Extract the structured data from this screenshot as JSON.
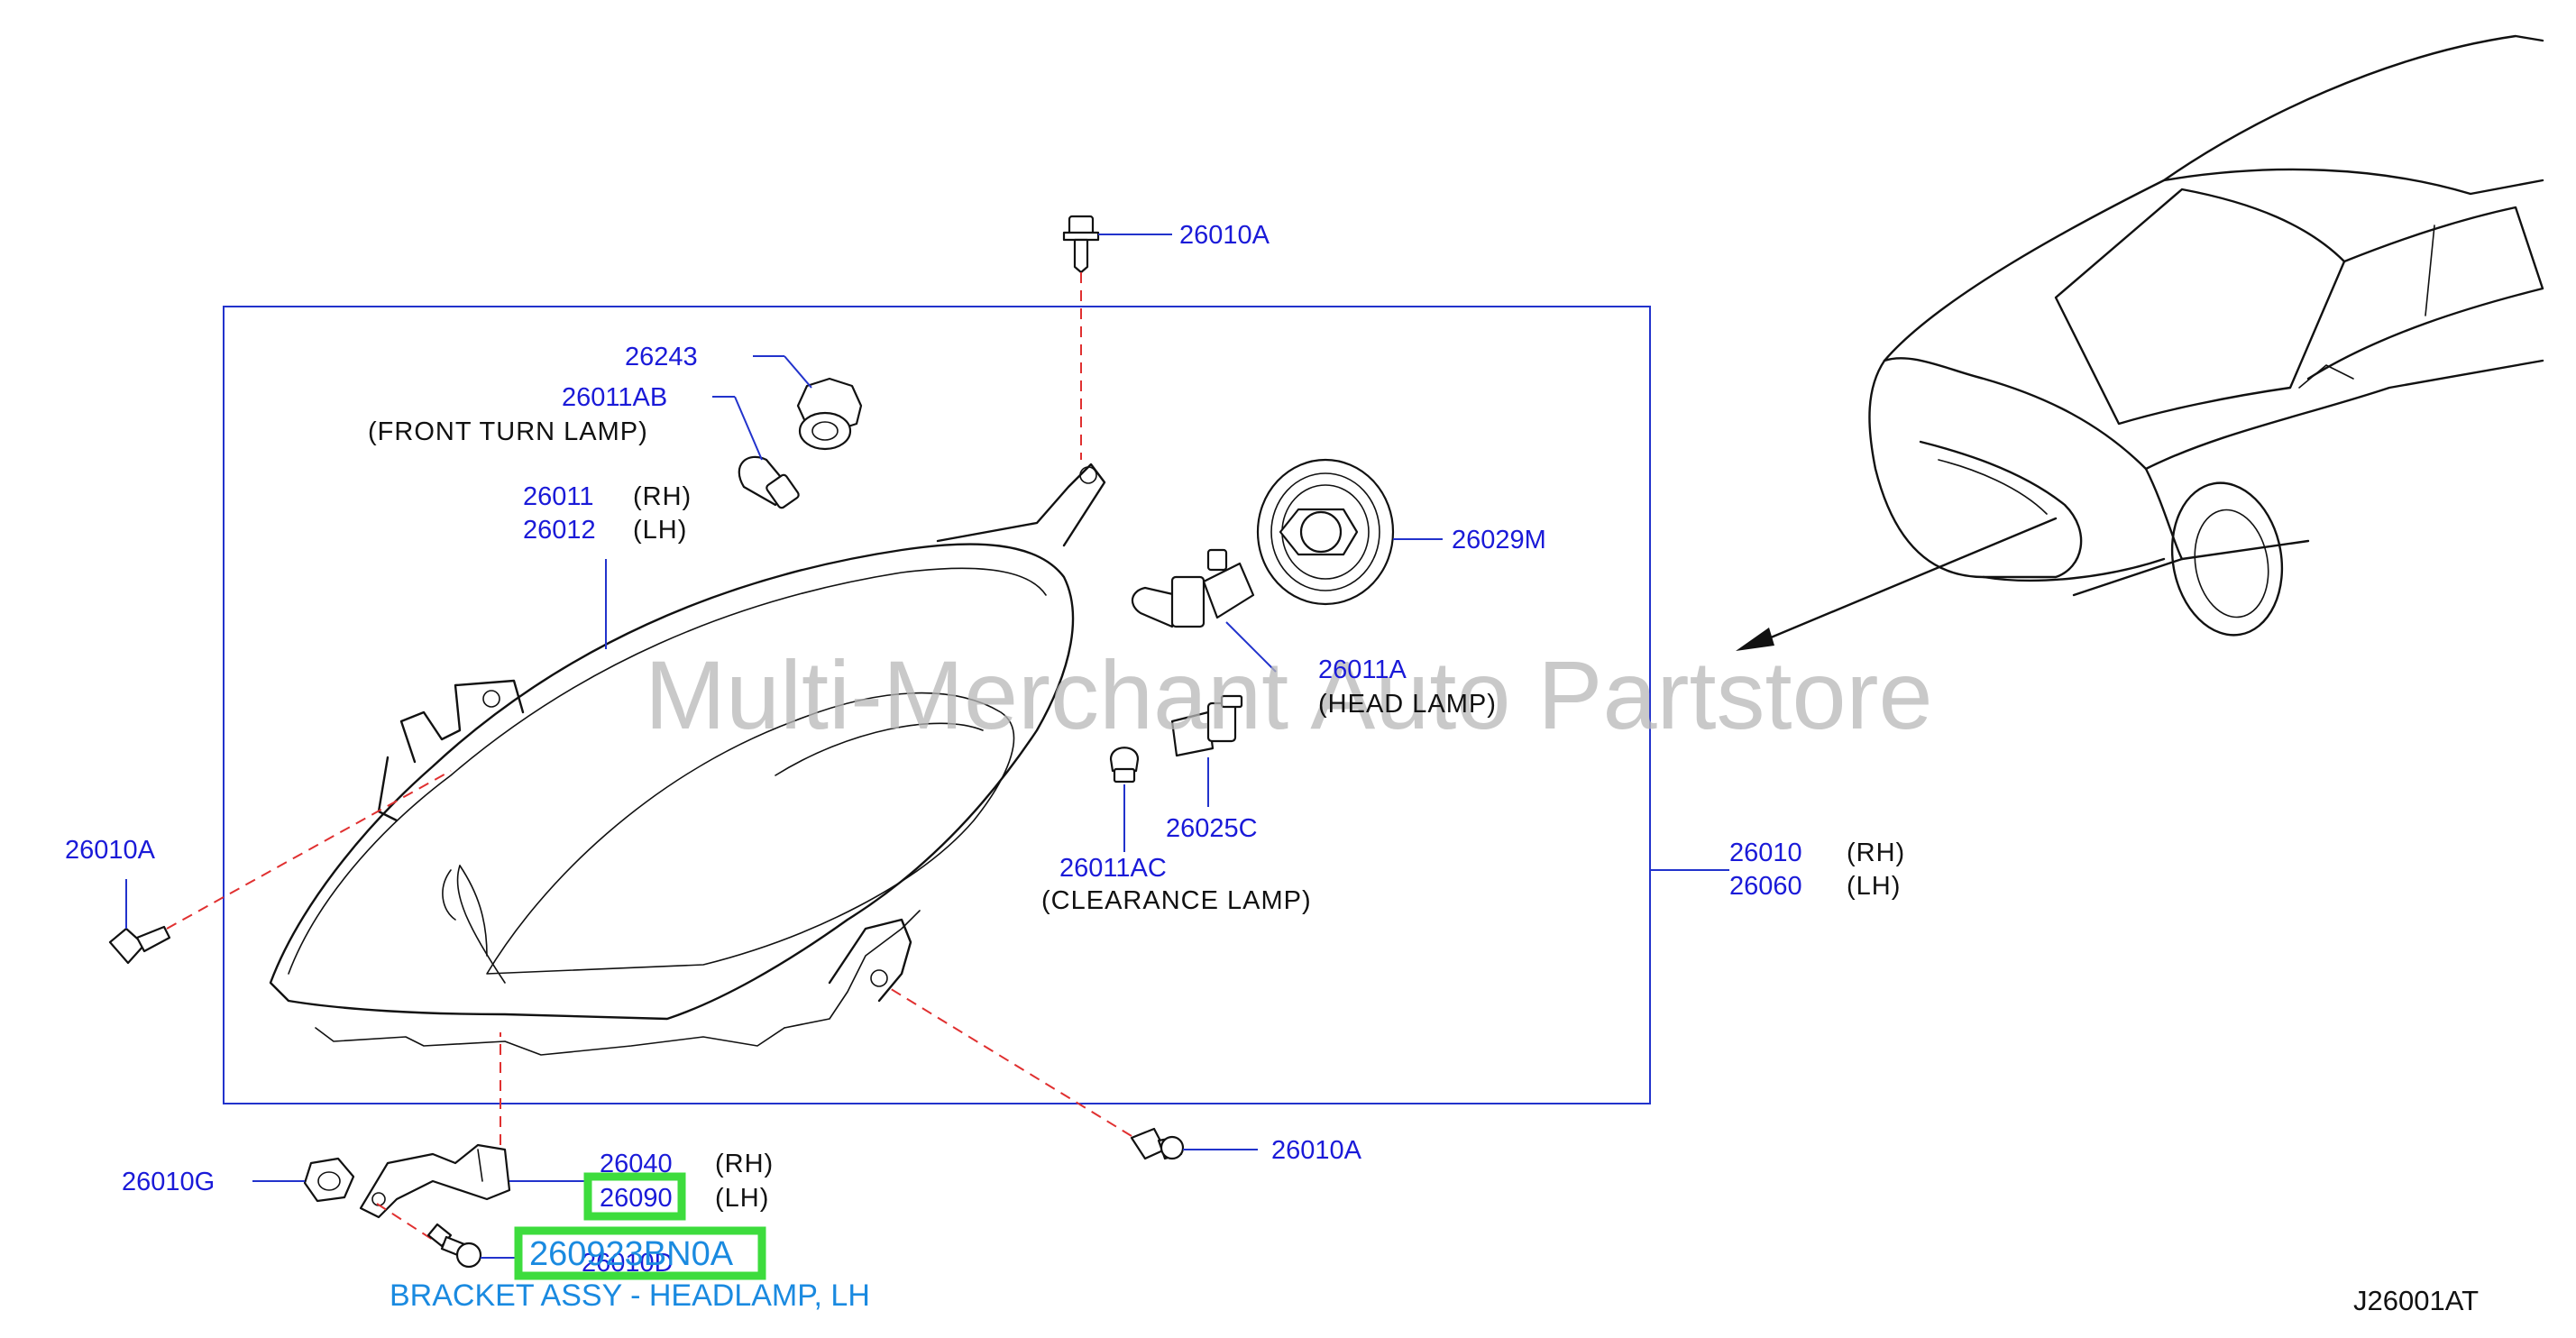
{
  "diagram": {
    "watermark": "Multi-Merchant Auto Partstore",
    "reference_code": "J26001AT",
    "callouts": {
      "bolt_top": "26010A",
      "socket": "26243",
      "turn_bulb": "26011AB",
      "turn_lamp_desc": "(FRONT   TURN   LAMP)",
      "lamp_unit_rh": "26011",
      "lamp_unit_rh_side": "(RH)",
      "lamp_unit_lh": "26012",
      "lamp_unit_lh_side": "(LH)",
      "cover": "26029M",
      "head_bulb": "26011A",
      "head_lamp_desc": "(HEAD   LAMP)",
      "socket_c": "26025C",
      "clearance_bulb": "26011AC",
      "clearance_desc": "(CLEARANCE   LAMP)",
      "bolt_left": "26010A",
      "assy_rh": "26010",
      "assy_rh_side": "(RH)",
      "assy_lh": "26060",
      "assy_lh_side": "(LH)",
      "bolt_right": "26010A",
      "nut": "26010G",
      "bracket_rh": "26040",
      "bracket_rh_side": "(RH)",
      "bracket_lh": "26090",
      "bracket_lh_side": "(LH)",
      "bolt_bottom": "26010D"
    },
    "highlight": {
      "part_number": "260923BN0A",
      "description": "BRACKET ASSY - HEADLAMP, LH",
      "color": "#3ddc3d"
    },
    "colors": {
      "callout_text": "#1a1ad8",
      "highlight_text": "#1a8ae0",
      "dashed_line": "#e03030"
    }
  }
}
